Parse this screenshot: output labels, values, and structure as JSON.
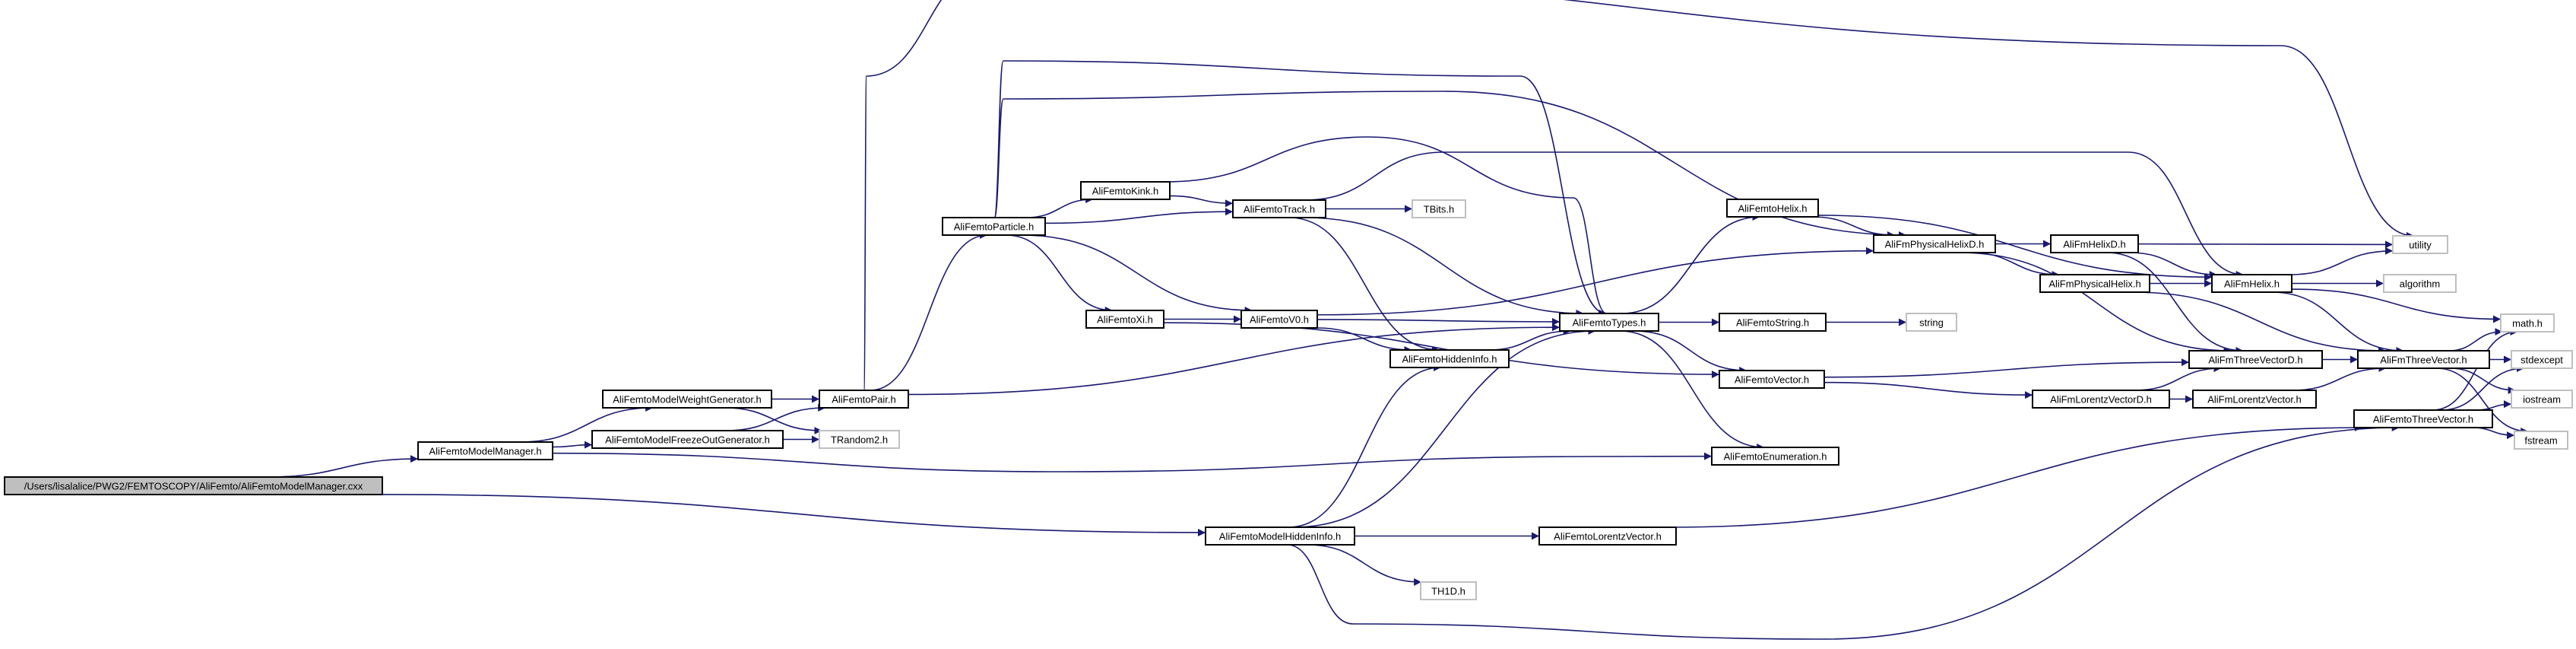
{
  "colors": {
    "edge": "#191970",
    "node_border": "#000000",
    "external_border": "#bfbfbf",
    "root_fill": "#bfbfbf",
    "node_fill": "#ffffff"
  },
  "nodes": {
    "root": "/Users/lisalalice/PWG2/FEMTOSCOPY/AliFemto/AliFemtoModelManager.cxx",
    "modelmanager": "AliFemtoModelManager.h",
    "weightgen": "AliFemtoModelWeightGenerator.h",
    "freezeout": "AliFemtoModelFreezeOutGenerator.h",
    "pair": "AliFemtoPair.h",
    "trandom2": "TRandom2.h",
    "particle": "AliFemtoParticle.h",
    "kink": "AliFemtoKink.h",
    "track": "AliFemtoTrack.h",
    "tbits": "TBits.h",
    "xi": "AliFemtoXi.h",
    "v0": "AliFemtoV0.h",
    "hiddeninfo": "AliFemtoHiddenInfo.h",
    "types": "AliFemtoTypes.h",
    "helix": "AliFemtoHelix.h",
    "physhelixd": "AliFmPhysicalHelixD.h",
    "helixd": "AliFmHelixD.h",
    "physhelix": "AliFmPhysicalHelix.h",
    "fmhelix": "AliFmHelix.h",
    "utility": "utility",
    "algorithm": "algorithm",
    "femtostring": "AliFemtoString.h",
    "string": "string",
    "mathh": "math.h",
    "threevectord": "AliFmThreeVectorD.h",
    "fmthreevector": "AliFmThreeVector.h",
    "stdexcept": "stdexcept",
    "femtovector": "AliFemtoVector.h",
    "lorentzvectord": "AliFmLorentzVectorD.h",
    "fmlorentzvector": "AliFmLorentzVector.h",
    "femtothreevector": "AliFemtoThreeVector.h",
    "iostream": "iostream",
    "fstream": "fstream",
    "enumeration": "AliFemtoEnumeration.h",
    "modelhiddeninfo": "AliFemtoModelHiddenInfo.h",
    "femtolorentzvector": "AliFemtoLorentzVector.h",
    "th1d": "TH1D.h"
  },
  "edges": [
    [
      "root",
      "modelmanager"
    ],
    [
      "root",
      "modelhiddeninfo"
    ],
    [
      "modelmanager",
      "weightgen"
    ],
    [
      "modelmanager",
      "freezeout"
    ],
    [
      "modelmanager",
      "enumeration"
    ],
    [
      "weightgen",
      "pair"
    ],
    [
      "weightgen",
      "trandom2"
    ],
    [
      "freezeout",
      "pair"
    ],
    [
      "freezeout",
      "trandom2"
    ],
    [
      "pair",
      "particle"
    ],
    [
      "pair",
      "types"
    ],
    [
      "pair",
      "utility"
    ],
    [
      "particle",
      "kink"
    ],
    [
      "particle",
      "track"
    ],
    [
      "particle",
      "xi"
    ],
    [
      "particle",
      "v0"
    ],
    [
      "particle",
      "types"
    ],
    [
      "particle",
      "physhelixd"
    ],
    [
      "kink",
      "track"
    ],
    [
      "kink",
      "types"
    ],
    [
      "track",
      "tbits"
    ],
    [
      "track",
      "types"
    ],
    [
      "track",
      "hiddeninfo"
    ],
    [
      "track",
      "fmhelix"
    ],
    [
      "xi",
      "v0"
    ],
    [
      "xi",
      "femtovector"
    ],
    [
      "v0",
      "types"
    ],
    [
      "v0",
      "hiddeninfo"
    ],
    [
      "v0",
      "physhelixd"
    ],
    [
      "hiddeninfo",
      "types"
    ],
    [
      "types",
      "helix"
    ],
    [
      "types",
      "femtostring"
    ],
    [
      "types",
      "femtovector"
    ],
    [
      "types",
      "enumeration"
    ],
    [
      "helix",
      "physhelixd"
    ],
    [
      "helix",
      "fmhelix"
    ],
    [
      "physhelixd",
      "helixd"
    ],
    [
      "physhelixd",
      "physhelix"
    ],
    [
      "physhelixd",
      "threevectord"
    ],
    [
      "helixd",
      "fmhelix"
    ],
    [
      "helixd",
      "utility"
    ],
    [
      "helixd",
      "threevectord"
    ],
    [
      "physhelix",
      "fmhelix"
    ],
    [
      "physhelix",
      "fmthreevector"
    ],
    [
      "fmhelix",
      "utility"
    ],
    [
      "fmhelix",
      "algorithm"
    ],
    [
      "fmhelix",
      "mathh"
    ],
    [
      "fmhelix",
      "fmthreevector"
    ],
    [
      "femtostring",
      "string"
    ],
    [
      "femtovector",
      "threevectord"
    ],
    [
      "femtovector",
      "lorentzvectord"
    ],
    [
      "lorentzvectord",
      "threevectord"
    ],
    [
      "lorentzvectord",
      "fmlorentzvector"
    ],
    [
      "fmlorentzvector",
      "fmthreevector"
    ],
    [
      "threevectord",
      "fmthreevector"
    ],
    [
      "fmthreevector",
      "mathh"
    ],
    [
      "fmthreevector",
      "stdexcept"
    ],
    [
      "fmthreevector",
      "iostream"
    ],
    [
      "fmthreevector",
      "fstream"
    ],
    [
      "femtothreevector",
      "mathh"
    ],
    [
      "femtothreevector",
      "stdexcept"
    ],
    [
      "femtothreevector",
      "iostream"
    ],
    [
      "femtothreevector",
      "fstream"
    ],
    [
      "modelhiddeninfo",
      "hiddeninfo"
    ],
    [
      "modelhiddeninfo",
      "types"
    ],
    [
      "modelhiddeninfo",
      "femtolorentzvector"
    ],
    [
      "modelhiddeninfo",
      "th1d"
    ],
    [
      "modelhiddeninfo",
      "femtothreevector"
    ],
    [
      "femtolorentzvector",
      "femtothreevector"
    ]
  ]
}
